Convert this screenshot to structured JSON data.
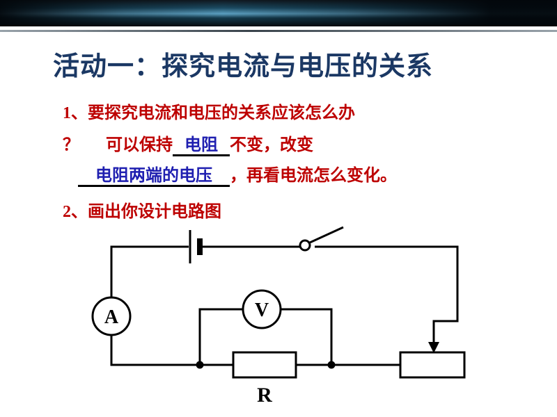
{
  "slide": {
    "title": "活动一：探究电流与电压的关系",
    "question1": {
      "line1": "1、要探究电流和电压的关系应该怎么办",
      "question_mark": "？",
      "fill_text_before": "可以保持",
      "blank1_answer": "电阻",
      "fill_text_middle": "不变，改变",
      "blank2_answer": "电阻两端的电压",
      "fill_text_after": "，再看电流怎么变化。"
    },
    "question2": "2、画出你设计电路图"
  },
  "circuit": {
    "ammeter_label": "A",
    "voltmeter_label": "V",
    "resistor_label": "R"
  },
  "colors": {
    "title_navy": "#1b3864",
    "question_red": "#bd0000",
    "answer_blue": "#1f1fb0",
    "line_black": "#000000"
  }
}
